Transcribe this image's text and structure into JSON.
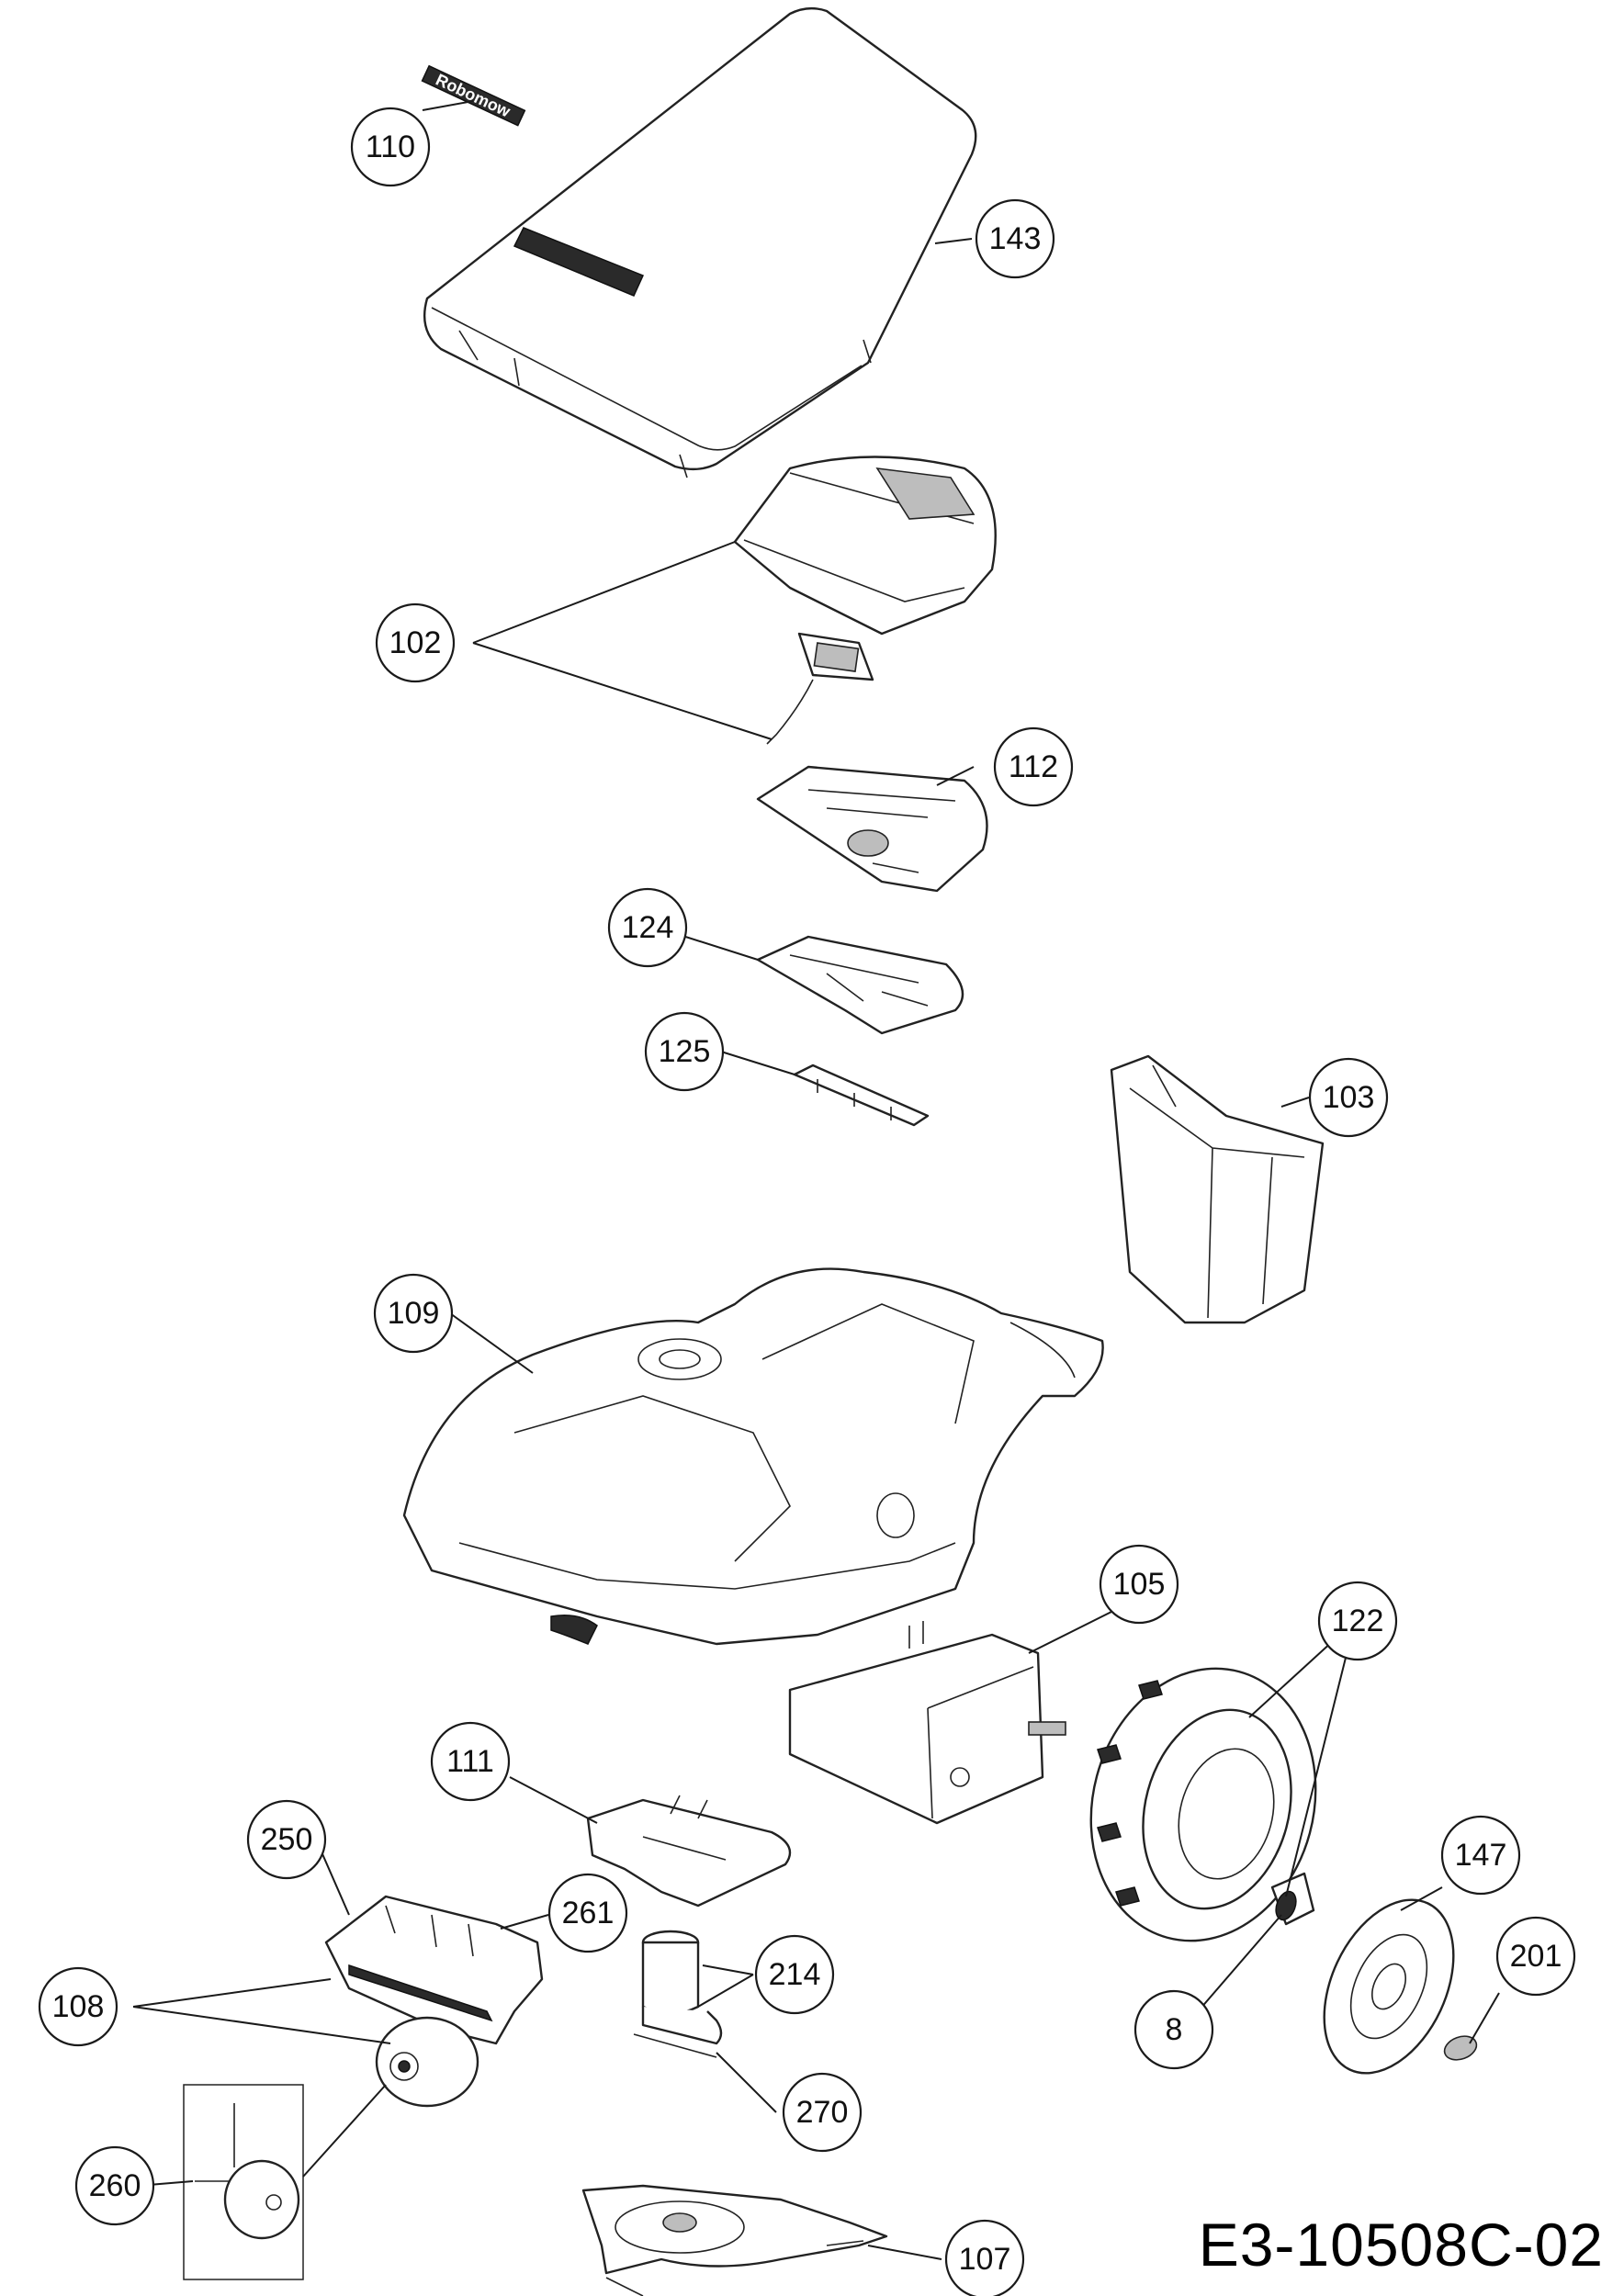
{
  "drawing_code": "E3-10508C-02",
  "labels": {
    "logo_text": "Robomow"
  },
  "callouts": [
    "110",
    "143",
    "102",
    "112",
    "124",
    "125",
    "103",
    "109",
    "105",
    "122",
    "111",
    "250",
    "261",
    "214",
    "147",
    "201",
    "108",
    "8",
    "270",
    "260",
    "107"
  ]
}
